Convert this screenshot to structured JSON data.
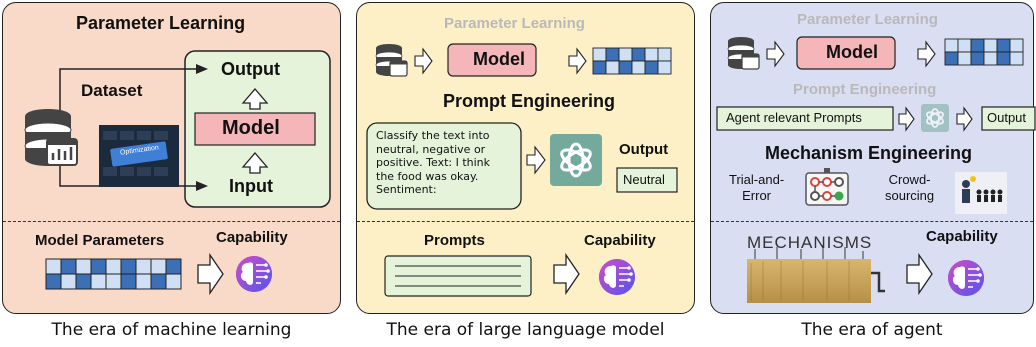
{
  "panels": {
    "ml": {
      "title": "Parameter Learning",
      "dataset": "Dataset",
      "output": "Output",
      "model": "Model",
      "input": "Input",
      "image_label": "Optimization",
      "model_params": "Model Parameters",
      "capability": "Capability"
    },
    "llm": {
      "param_title": "Parameter Learning",
      "model": "Model",
      "prompt_title": "Prompt Engineering",
      "prompt_text": [
        "Classify  the text into",
        "neutral, negative or",
        "positive. Text: I think",
        "the food was okay.",
        "Sentiment:"
      ],
      "output_label": "Output",
      "output_value": "Neutral",
      "prompts": "Prompts",
      "capability": "Capability"
    },
    "agent": {
      "param_title": "Parameter Learning",
      "model": "Model",
      "prompt_title": "Prompt Engineering",
      "agent_prompts": "Agent relevant Prompts",
      "output": "Output",
      "mech_title": "Mechanism  Engineering",
      "trial": [
        "Trial-and-",
        "Error"
      ],
      "crowd": [
        "Crowd-",
        "sourcing"
      ],
      "mechanisms": "MECHANISMS",
      "capability": "Capability"
    }
  },
  "captions": [
    "The era of machine learning",
    "The era of large language model",
    "The era of agent"
  ],
  "colors": {
    "panel_ml": "#f9d9c8",
    "panel_llm": "#fdf0c6",
    "panel_agent": "#d9def2",
    "model_box": "#f4b6b9",
    "green_box": "#e4f3da",
    "cell_light": "#cfe0f4",
    "cell_dark": "#3b6fb6",
    "brain": "#7a3fe0"
  },
  "icons": [
    "database-icon",
    "arrow-right-icon",
    "arrow-up-icon",
    "brain-icon",
    "openai-logo-icon",
    "network-icon",
    "crowd-icon",
    "mechanisms-sign"
  ]
}
